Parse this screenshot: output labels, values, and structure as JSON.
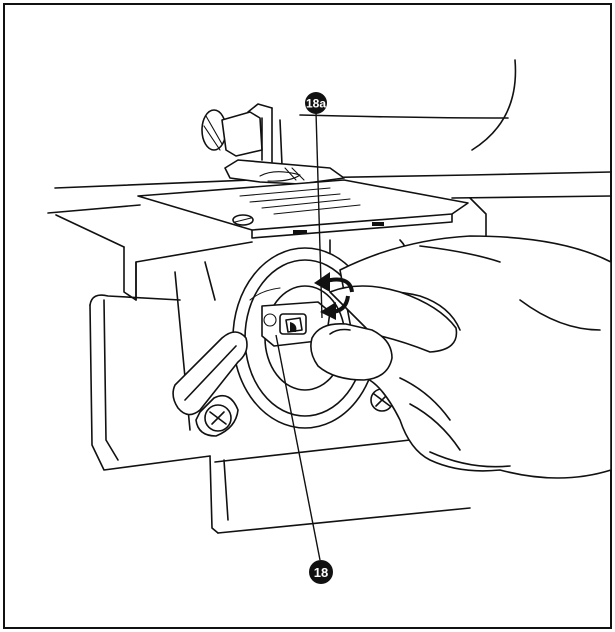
{
  "callouts": [
    {
      "id": "18a",
      "label": "18a"
    },
    {
      "id": "18",
      "label": "18"
    }
  ],
  "icons": [
    "rotate-arrows-icon"
  ]
}
